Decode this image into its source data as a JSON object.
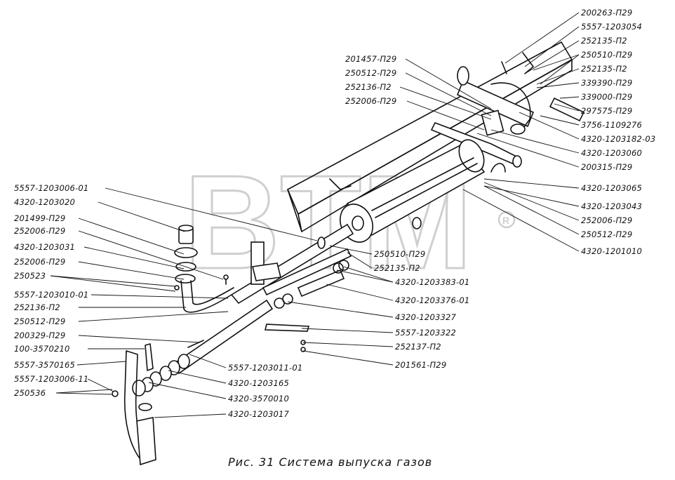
{
  "watermark": {
    "text": "BTM",
    "mark": "®"
  },
  "caption": "Рис. 31 Система выпуска газов",
  "labels_left": [
    "5557-1203006-01",
    "4320-1203020",
    "201499-П29",
    "252006-П29",
    "4320-1203031",
    "252006-П29",
    "250523",
    "5557-1203010-01",
    "252136-П2",
    "250512-П29",
    "200329-П29",
    "100-3570210",
    "5557-3570165",
    "5557-1203006-11",
    "250536"
  ],
  "labels_right": [
    "200263-П29",
    "5557-1203054",
    "252135-П2",
    "250510-П29",
    "252135-П2",
    "339390-П29",
    "339000-П29",
    "297575-П29",
    "3756-1109276",
    "4320-1203182-03",
    "4320-1203060",
    "200315-П29",
    "4320-1203065",
    "4320-1203043",
    "252006-П29",
    "250512-П29",
    "4320-1201010"
  ],
  "labels_upper": [
    "201457-П29",
    "250512-П29",
    "252136-П2",
    "252006-П29"
  ],
  "labels_center": [
    "250510-П29",
    "252135-П2",
    "4320-1203383-01",
    "4320-1203376-01",
    "4320-1203327",
    "5557-1203322",
    "252137-П2",
    "201561-П29",
    "5557-1203011-01",
    "4320-1203165",
    "4320-3570010",
    "4320-1203017"
  ]
}
